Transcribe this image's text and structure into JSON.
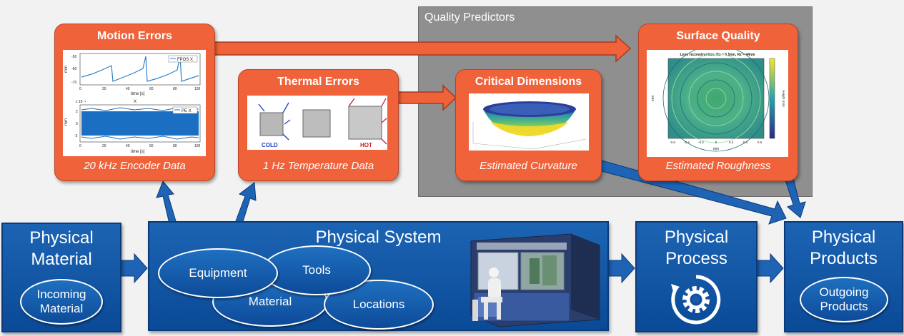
{
  "quality_predictors": {
    "title": "Quality Predictors"
  },
  "motion_errors": {
    "title": "Motion Errors",
    "caption": "20 kHz Encoder Data",
    "plot1": {
      "legend": "FPOS X",
      "ylabel": "mm",
      "xlabel": "time [s]",
      "yticks": [
        "-50",
        "-60",
        "-70"
      ],
      "xticks": [
        "0",
        "20",
        "40",
        "60",
        "80",
        "100"
      ]
    },
    "plot2": {
      "legend": "PE X",
      "ylabel": "mm",
      "xlabel": "time [s]",
      "exp": "x 10⁻⁴",
      "title": "X",
      "yticks": [
        "2",
        "0",
        "-2"
      ],
      "xticks": [
        "0",
        "20",
        "40",
        "60",
        "80",
        "100"
      ]
    }
  },
  "thermal_errors": {
    "title": "Thermal Errors",
    "caption": "1 Hz Temperature Data",
    "cold": "COLD",
    "hot": "HOT"
  },
  "critical_dimensions": {
    "title": "Critical Dimensions",
    "caption": "Estimated Curvature"
  },
  "surface_quality": {
    "title": "Surface Quality",
    "caption": "Estimated Roughness",
    "plot_title": "Lens reconstruction, Rs = 5.5nm, Rz = 44nm",
    "xlabel": "mm",
    "ylabel": "mm",
    "cbar_label": "Height (nm)",
    "xticks": [
      "-0.6",
      "-0.4",
      "-0.2",
      "0",
      "0.2",
      "0.4",
      "0.6"
    ]
  },
  "physical_material": {
    "title_line1": "Physical",
    "title_line2": "Material",
    "oval_line1": "Incoming",
    "oval_line2": "Material"
  },
  "physical_system": {
    "title": "Physical System",
    "ovals": {
      "equipment": "Equipment",
      "tools": "Tools",
      "material": "Material",
      "locations": "Locations"
    }
  },
  "physical_process": {
    "title_line1": "Physical",
    "title_line2": "Process"
  },
  "physical_products": {
    "title_line1": "Physical",
    "title_line2": "Products",
    "oval_line1": "Outgoing",
    "oval_line2": "Products"
  }
}
